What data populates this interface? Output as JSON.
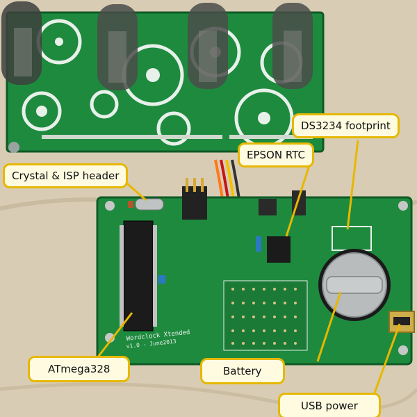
{
  "colors": {
    "pcb_green": "#1e8a3e",
    "silkscreen": "#e8f0ea",
    "callout_fill": "#fffbe0",
    "callout_border": "#e6b800",
    "background_cloth": "#d9ccb4"
  },
  "pcb_text": {
    "board_name": "Wordclock Xtended",
    "board_version": "v1.0 - June2013"
  },
  "callouts": {
    "crystal_isp": "Crystal & ISP header",
    "epson_rtc": "EPSON RTC",
    "ds3234": "DS3234 footprint",
    "atmega": "ATmega328",
    "battery": "Battery",
    "usb_power": "USB power"
  }
}
